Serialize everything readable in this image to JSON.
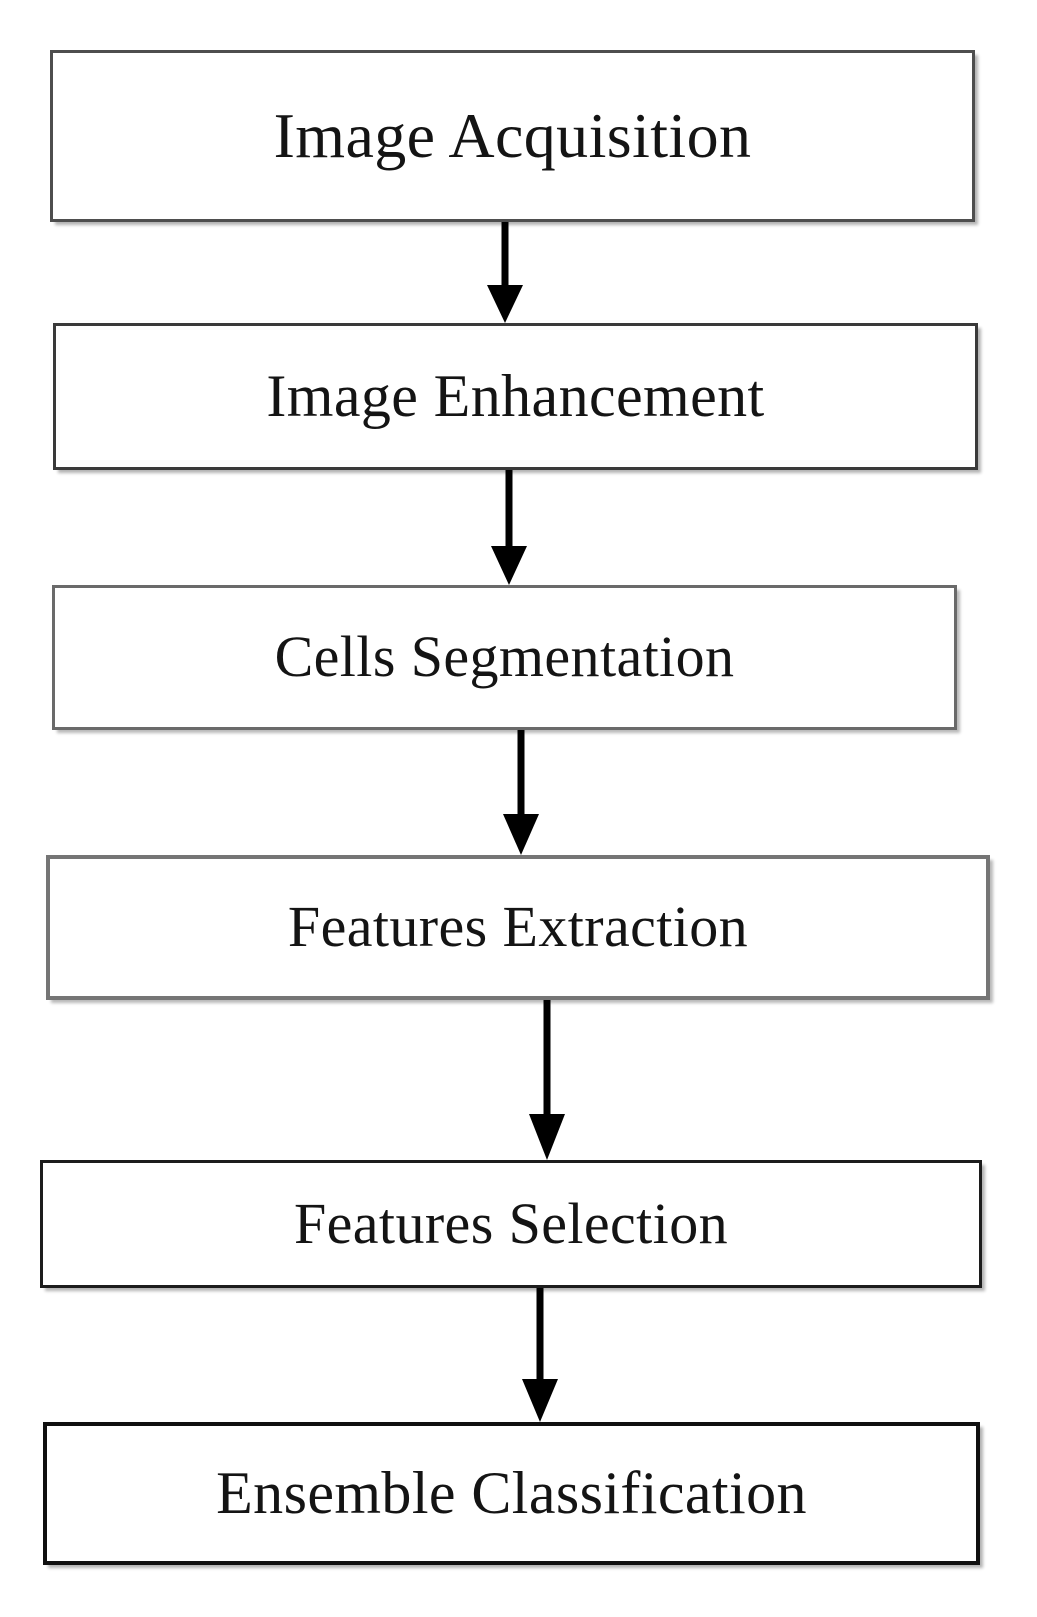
{
  "diagram": {
    "title": "Image Acquisition to Ensemble Classification pipeline",
    "type": "flowchart",
    "orientation": "top-to-bottom",
    "background_color": "#ffffff",
    "nodes": [
      {
        "id": "image-acquisition",
        "label": "Image Acquisition",
        "shape": "rectangle",
        "border_color": "#4e4e4e",
        "fill_color": "#ffffff",
        "text_color": "#141414"
      },
      {
        "id": "image-enhancement",
        "label": "Image Enhancement",
        "shape": "rectangle",
        "border_color": "#3a3a3a",
        "fill_color": "#ffffff",
        "text_color": "#141414"
      },
      {
        "id": "cells-segmentation",
        "label": "Cells Segmentation",
        "shape": "rectangle",
        "border_color": "#6a6a6a",
        "fill_color": "#ffffff",
        "text_color": "#141414"
      },
      {
        "id": "features-extraction",
        "label": "Features Extraction",
        "shape": "rectangle",
        "border_color": "#757575",
        "fill_color": "#ffffff",
        "text_color": "#141414"
      },
      {
        "id": "features-selection",
        "label": "Features Selection",
        "shape": "rectangle",
        "border_color": "#1c1c1c",
        "fill_color": "#ffffff",
        "text_color": "#141414"
      },
      {
        "id": "ensemble-classification",
        "label": "Ensemble Classification",
        "shape": "rectangle",
        "border_color": "#101010",
        "fill_color": "#ffffff",
        "text_color": "#141414"
      }
    ],
    "edges": [
      {
        "id": "edge-1",
        "from": "image-acquisition",
        "to": "image-enhancement",
        "label": "",
        "style": "solid",
        "arrowhead": "filled-triangle",
        "color": "#000000"
      },
      {
        "id": "edge-2",
        "from": "image-enhancement",
        "to": "cells-segmentation",
        "label": "",
        "style": "solid",
        "arrowhead": "filled-triangle",
        "color": "#000000"
      },
      {
        "id": "edge-3",
        "from": "cells-segmentation",
        "to": "features-extraction",
        "label": "",
        "style": "solid",
        "arrowhead": "filled-triangle",
        "color": "#000000"
      },
      {
        "id": "edge-4",
        "from": "features-extraction",
        "to": "features-selection",
        "label": "",
        "style": "solid",
        "arrowhead": "filled-triangle",
        "color": "#000000"
      },
      {
        "id": "edge-5",
        "from": "features-selection",
        "to": "ensemble-classification",
        "label": "",
        "style": "solid",
        "arrowhead": "filled-triangle",
        "color": "#000000"
      }
    ]
  }
}
